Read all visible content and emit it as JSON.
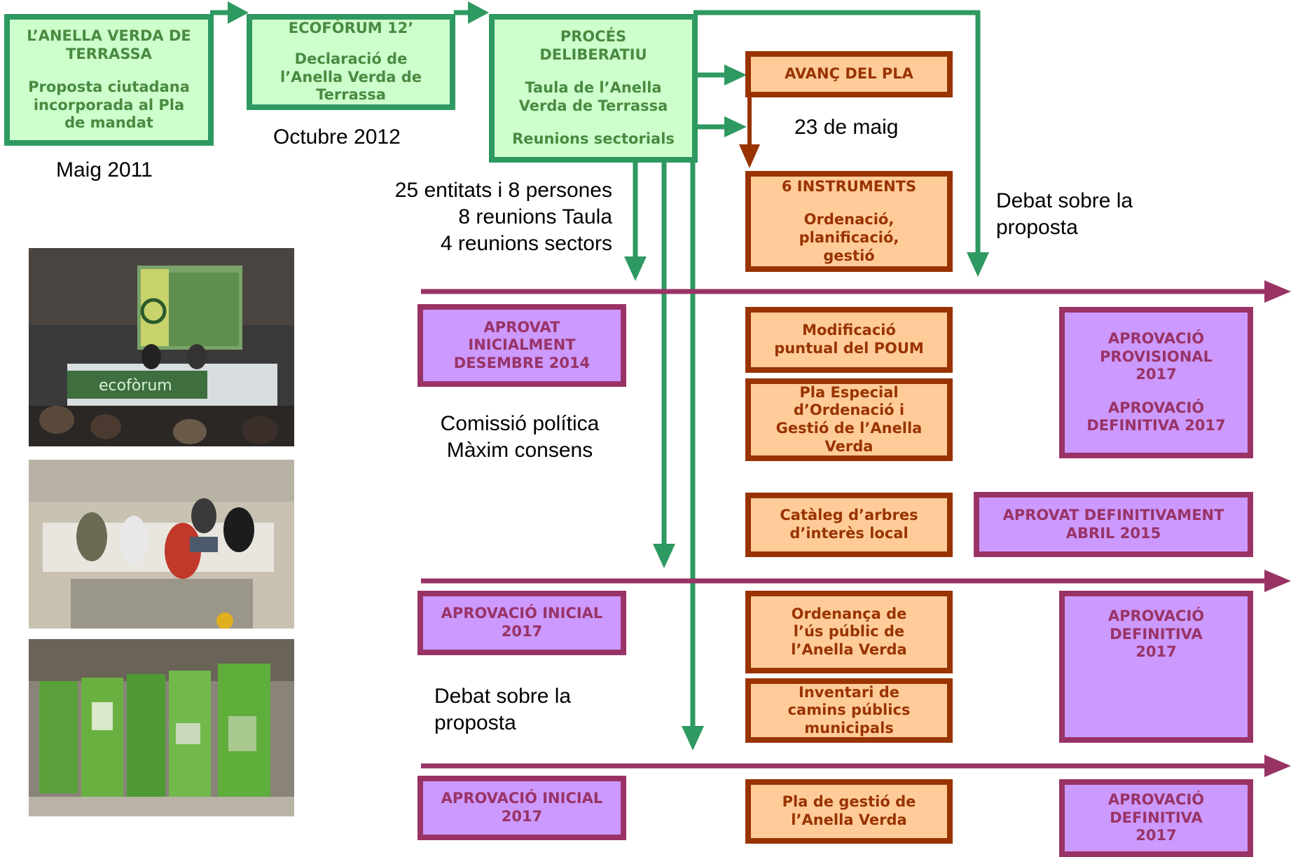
{
  "colors": {
    "green_fill": "#ccffcc",
    "green_border": "#2e9960",
    "green_text": "#4a8a40",
    "orange_fill": "#ffcc99",
    "orange_border": "#993300",
    "orange_text": "#993300",
    "purple_fill": "#cc99ff",
    "purple_border": "#993366",
    "purple_text": "#993366",
    "arrow_green": "#2e9960",
    "arrow_brown": "#993300",
    "timeline": "#993366"
  },
  "top": {
    "anella": {
      "title": "L’ANELLA VERDA DE TERRASSA",
      "sub": "Proposta ciutadana incorporada al Pla de mandat",
      "date": "Maig 2011"
    },
    "ecoforum": {
      "title": "ECOFÒRUM 12’",
      "sub": "Declaració de l’Anella Verda de Terrassa",
      "date": "Octubre 2012"
    },
    "proces": {
      "title": "PROCÉS DELIBERATIU",
      "sub": "Taula de l’Anella Verda de Terrassa",
      "sub2": "Reunions sectorials",
      "stats": [
        "25 entitats i 8 persones",
        "8 reunions Taula",
        "4 reunions sectors"
      ]
    }
  },
  "avanc": {
    "title": "AVANÇ DEL PLA",
    "date": "23 de maig"
  },
  "instruments": {
    "title": "6 INSTRUMENTS",
    "sub": "Ordenació, planificació, gestió"
  },
  "debat_top": "Debat sobre la proposta",
  "row1": {
    "left": "APROVAT INICIALMENT DESEMBRE 2014",
    "note": [
      "Comissió política",
      "Màxim consens"
    ],
    "mid1": "Modificació puntual del POUM",
    "mid2": "Pla Especial d’Ordenació i Gestió de l’Anella Verda",
    "right1": "APROVACIÓ PROVISIONAL 2017",
    "right2": "APROVACIÓ DEFINITIVA 2017",
    "mid3": "Catàleg d’arbres d’interès local",
    "right3": "APROVAT DEFINITIVAMENT ABRIL 2015"
  },
  "row2": {
    "left": "APROVACIÓ INICIAL 2017",
    "note": "Debat sobre la proposta",
    "mid1": "Ordenança de l’ús públic de l’Anella Verda",
    "mid2": "Inventari de camins públics municipals",
    "right": "APROVACIÓ DEFINITIVA 2017"
  },
  "row3": {
    "left": "APROVACIÓ INICIAL 2017",
    "mid": "Pla de gestió de l’Anella Verda",
    "right": "APROVACIÓ DEFINITIVA 2017"
  },
  "photos": {
    "banner": "ecofòrum"
  }
}
